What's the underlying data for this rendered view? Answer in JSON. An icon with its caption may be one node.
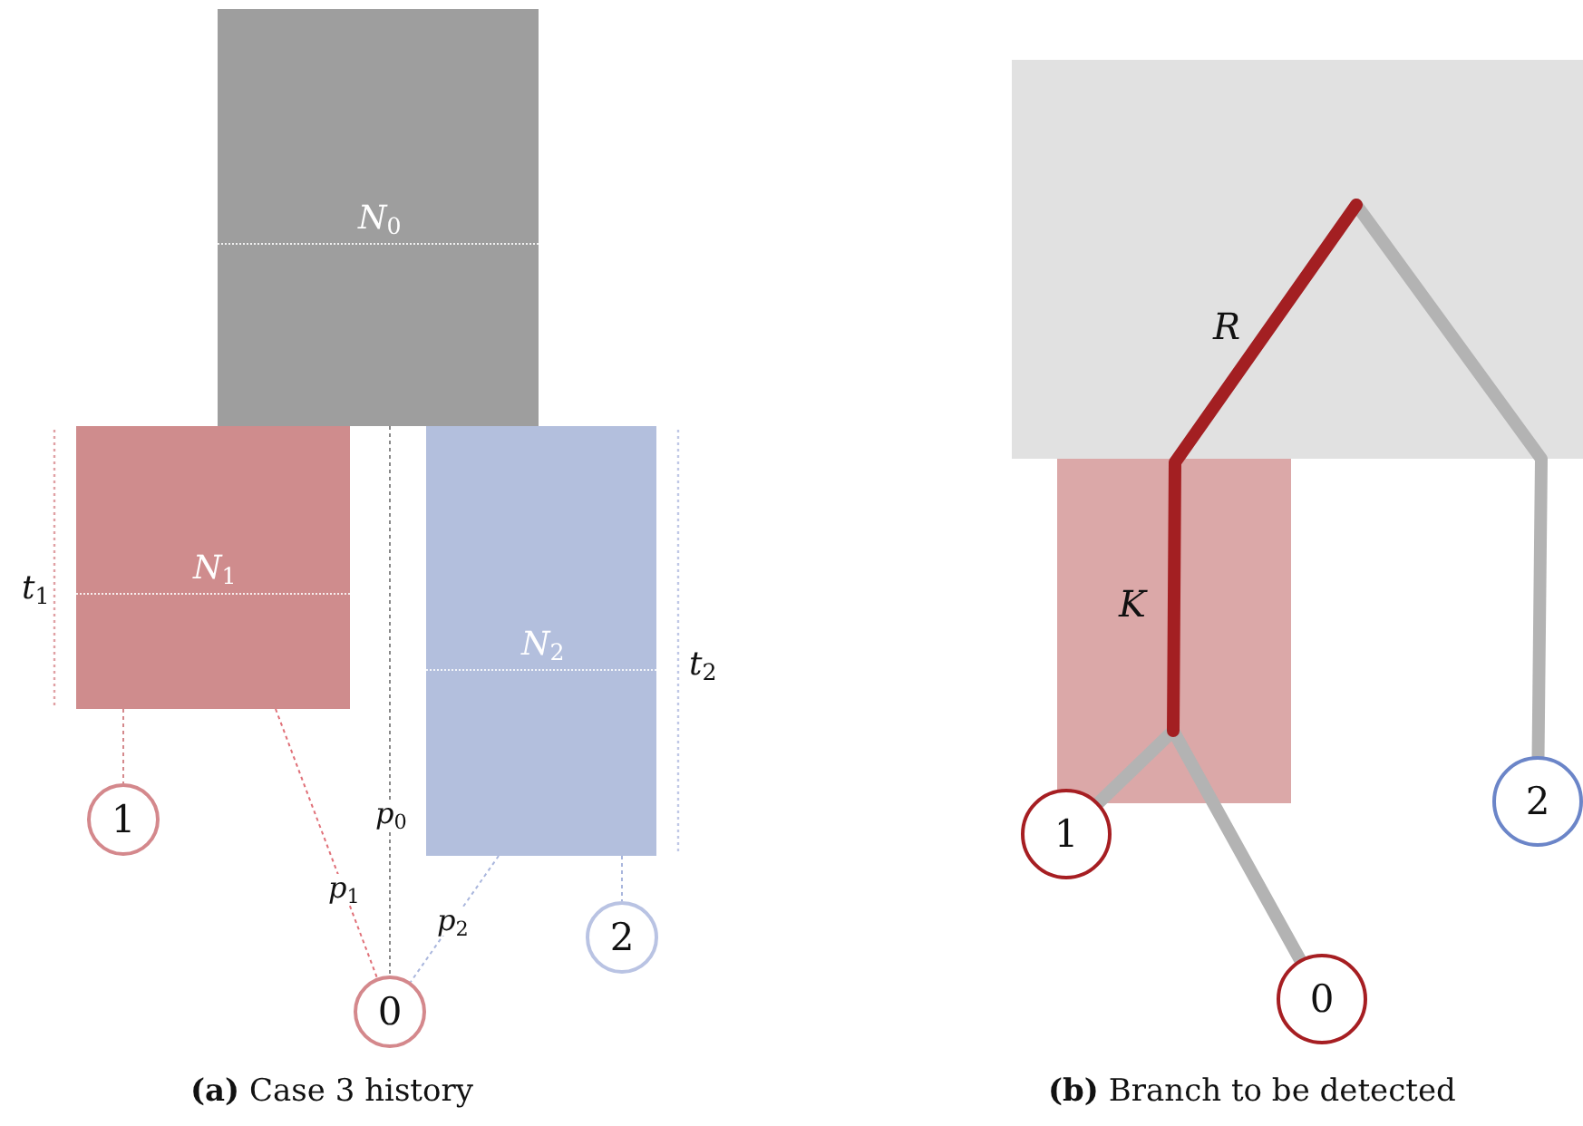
{
  "diagram": {
    "nodes": [
      {
        "text": [
          "*N*$_{0}$"
        ]
      },
      {
        "text": [
          "*N*$_{1}$"
        ]
      },
      {
        "text": [
          "*N*$_{2}$"
        ]
      },
      {
        "text": [
          "1"
        ]
      },
      {
        "text": [
          "2"
        ]
      },
      {
        "text": [
          "0"
        ]
      },
      {
        "text": [],
        "shape": "box"
      },
      {
        "text": [],
        "shape": "box"
      },
      {
        "text": [
          "1"
        ]
      },
      {
        "text": [
          "2"
        ]
      },
      {
        "text": [
          "0"
        ]
      }
    ],
    "edges": [
      {
        "from": 1,
        "to": 3,
        "arrow": "none",
        "style": "dashed",
        "color": "#d4888c"
      },
      {
        "from": 1,
        "to": 5,
        "arrow": "none",
        "label": "*p*$_{1}$",
        "style": "dashed",
        "color": "#e07078"
      },
      {
        "from": 0,
        "to": 5,
        "arrow": "none",
        "label": "*p*$_{0}$",
        "style": "dashed",
        "color": "#888888"
      },
      {
        "from": 2,
        "to": 5,
        "arrow": "none",
        "label": "*p*$_{2}$",
        "style": "dashed",
        "color": "#a9b6dd"
      },
      {
        "from": 2,
        "to": 4,
        "arrow": "none",
        "style": "dashed",
        "color": "#a9b6dd"
      },
      {
        "from": 7,
        "to": 8,
        "arrow": "none",
        "style": "thick",
        "color": "#b3b3b3"
      },
      {
        "from": 7,
        "to": 10,
        "arrow": "none",
        "style": "thick",
        "color": "#b3b3b3"
      },
      {
        "from": 6,
        "to": 9,
        "arrow": "none",
        "style": "thick",
        "color": "#b3b3b3"
      },
      {
        "from": 6,
        "to": 7,
        "arrow": "none",
        "label": "*R*",
        "style": "thick",
        "color": "#a31f22"
      }
    ],
    "labels": [
      "*t*$_{1}$",
      "*t*$_{2}$",
      "*K*",
      "**(a)** Case 3 history",
      "**(b)** Branch to be detected"
    ]
  }
}
